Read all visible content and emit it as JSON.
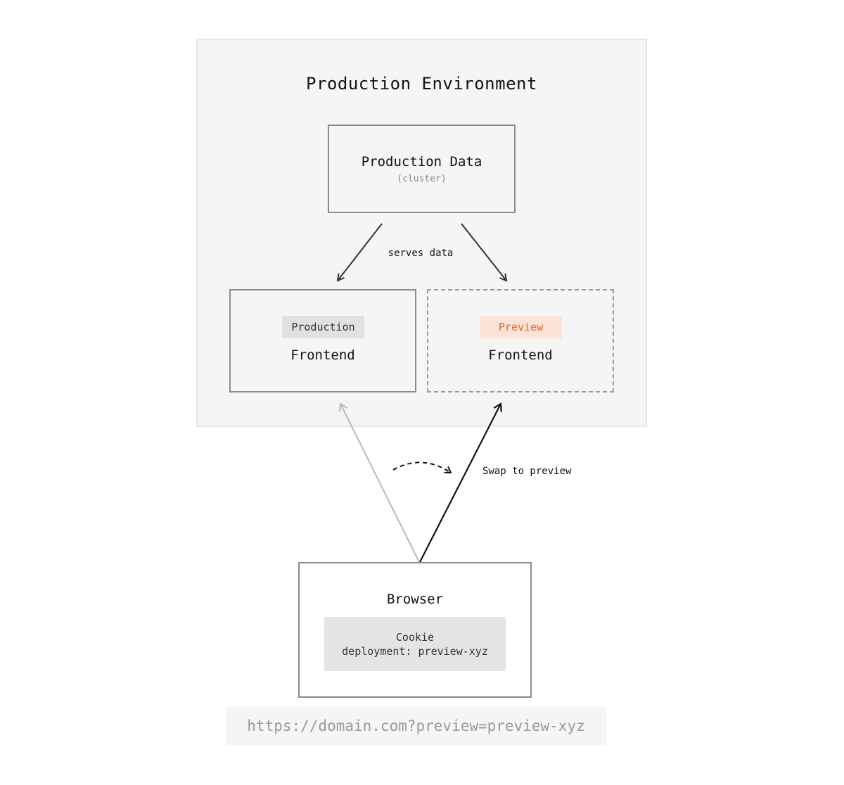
{
  "environment": {
    "title": "Production Environment"
  },
  "data_node": {
    "title": "Production Data",
    "subtitle": "(cluster)"
  },
  "edge_label": "serves data",
  "production_frontend": {
    "tag": "Production",
    "title": "Frontend"
  },
  "preview_frontend": {
    "tag": "Preview",
    "title": "Frontend"
  },
  "swap_label": "Swap to preview",
  "browser": {
    "title": "Browser",
    "cookie_title": "Cookie",
    "cookie_value": "deployment: preview-xyz"
  },
  "url": "https://domain.com?preview=preview-xyz",
  "colors": {
    "environment_bg": "#f5f5f5",
    "box_border": "#8c8c8c",
    "preview_accent": "#f0651d",
    "preview_tag_bg": "#fbe3da",
    "production_tag_bg": "#e1e1e1",
    "inactive_arrow": "#b8b8b8",
    "active_arrow": "#111111"
  }
}
